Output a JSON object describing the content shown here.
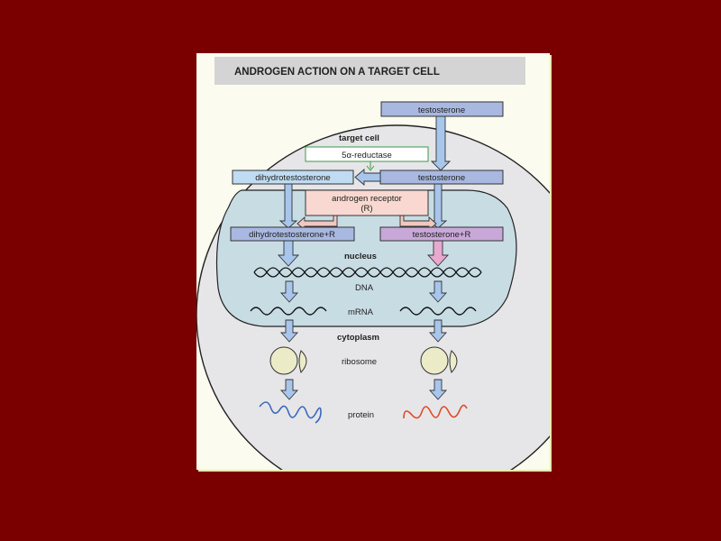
{
  "title": "ANDROGEN ACTION ON A TARGET CELL",
  "labels": {
    "testosterone_outside": "testosterone",
    "target_cell": "target cell",
    "reductase": "5α-reductase",
    "dht": "dihydrotestosterone",
    "testosterone_inside": "testosterone",
    "receptor_line1": "androgen receptor",
    "receptor_line2": "(R)",
    "dht_r": "dihydrotestosterone+R",
    "t_r": "testosterone+R",
    "nucleus": "nucleus",
    "dna": "DNA",
    "mrna": "mRNA",
    "cytoplasm": "cytoplasm",
    "ribosome": "ribosome",
    "protein": "protein"
  },
  "colors": {
    "background": "#7a0000",
    "panel": "#fbfbef",
    "title_bar": "#d4d4d4",
    "cell": "#e6e6e8",
    "nucleus": "#c8dce4",
    "testosterone_box": "#a8b8e0",
    "dht_box": "#c0dcf2",
    "receptor_box": "#f8d8d0",
    "reductase_border": "#3c9a48",
    "t_r_box": "#c8a8d8",
    "dht_r_box": "#a8b8e0",
    "arrow_blue": "#a8c6ec",
    "arrow_pink": "#e8a8d0",
    "protein_left": "#3a68c0",
    "protein_right": "#e04a28"
  }
}
